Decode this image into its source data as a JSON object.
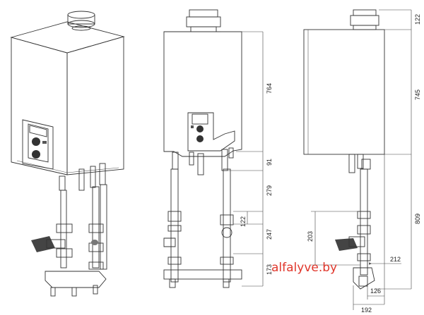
{
  "watermark": "alfalyve.by",
  "dimensions": {
    "front": {
      "d764": "764",
      "d91": "91",
      "d279": "279",
      "d122": "122",
      "d247": "247",
      "d173": "173"
    },
    "side": {
      "d122": "122",
      "d745": "745",
      "d809": "809",
      "d203": "203",
      "d212": "212",
      "d126": "126",
      "d192": "192"
    }
  },
  "icons": {
    "boiler_iso": "boiler-isometric-icon",
    "boiler_front": "boiler-front-icon",
    "boiler_side": "boiler-side-icon"
  }
}
